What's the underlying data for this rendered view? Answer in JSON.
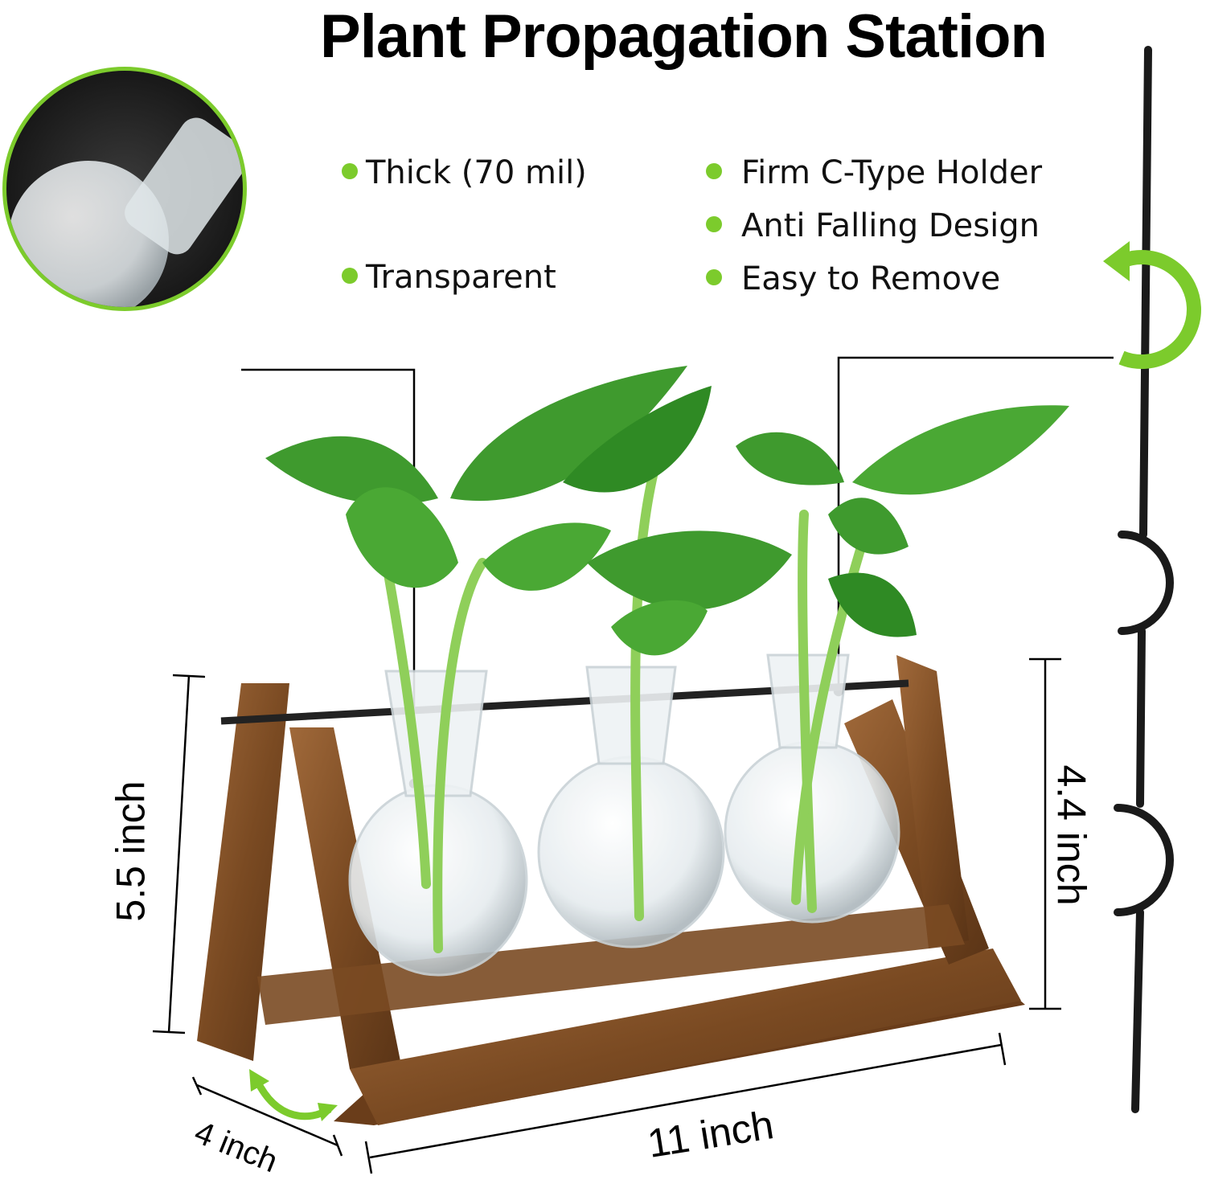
{
  "title": "Plant Propagation Station",
  "features_left": [
    "Thick (70 mil)",
    "Transparent"
  ],
  "features_right": [
    "Firm C-Type Holder",
    "Anti Falling Design",
    "Easy to Remove"
  ],
  "dimensions": {
    "height": "5.5 inch",
    "holder_height": "4.4 inch",
    "width": "11 inch",
    "depth": "4 inch"
  },
  "colors": {
    "accent_green": "#7ccb2c",
    "wood": "#8a5a2e",
    "leaf": "#3f9a2e"
  },
  "icons": [
    "glass-bulb-closeup-image",
    "c-type-holder-rod",
    "rotate-arrow-icon",
    "curved-arrow-icon"
  ]
}
